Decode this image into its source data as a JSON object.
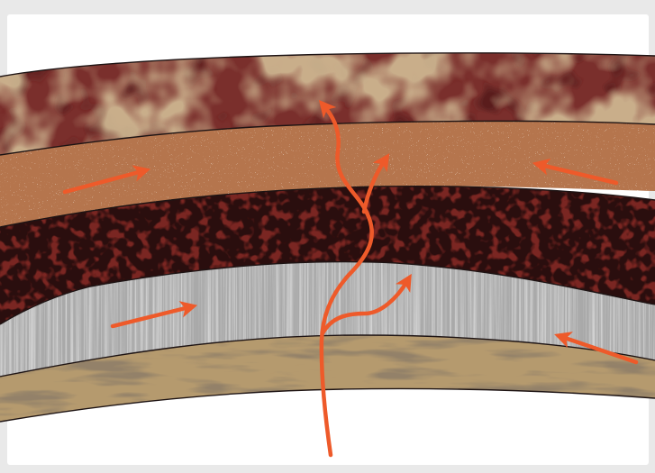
{
  "diagram": {
    "layers": [
      {
        "id": "top-layer",
        "name": "mottled-maroon-layer",
        "color": "#7a2f2c",
        "accent": "#d8c59c"
      },
      {
        "id": "speckled-layer",
        "name": "speckled-beige-layer",
        "color": "#ecdccd",
        "accent": "#b46a3f"
      },
      {
        "id": "dark-granular-layer",
        "name": "dark-granular-layer",
        "color": "#2a0e0e",
        "accent": "#6b1f1c"
      },
      {
        "id": "grey-layer",
        "name": "grey-metallic-layer",
        "color": "#a4a4a4",
        "accent": "#d9d9d9"
      },
      {
        "id": "wood-layer",
        "name": "woodgrain-layer",
        "color": "#a78a60",
        "accent": "#4b3a25"
      }
    ],
    "arrow_color": "#ee5a2a",
    "frame_color": "#ffffff",
    "background_color": "#e9e9e9"
  }
}
